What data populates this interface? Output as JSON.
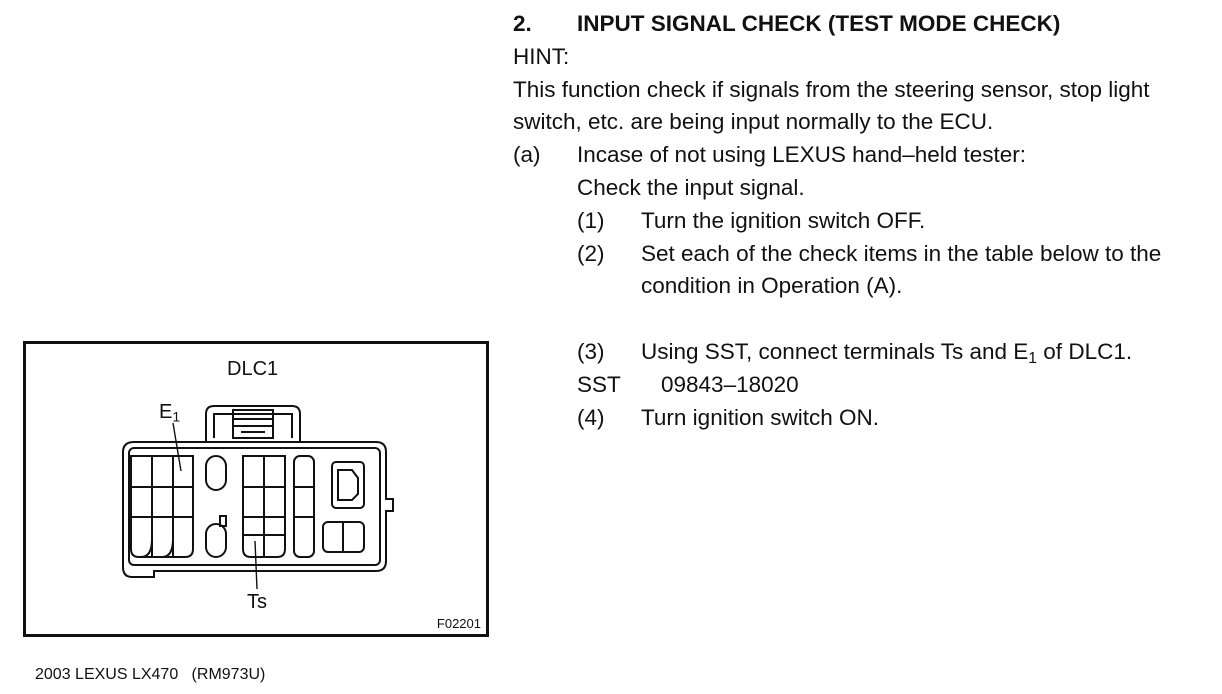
{
  "section": {
    "number": "2.",
    "title": "INPUT SIGNAL CHECK (TEST MODE CHECK)",
    "hint_label": "HINT:",
    "hint_line1": "This function check if signals from the steering sensor, stop light",
    "hint_line2": "switch, etc. are being input normally to the ECU.",
    "step_a": {
      "marker": "(a)",
      "line1": "Incase of not using LEXUS hand–held tester:",
      "line2": "Check the input signal."
    },
    "substeps": [
      {
        "marker": "(1)",
        "line1": "Turn the ignition switch OFF."
      },
      {
        "marker": "(2)",
        "line1": "Set each of the check items in the table below to the",
        "line2": "condition in Operation (A)."
      },
      {
        "marker": "(3)",
        "line1_pre": "Using SST, connect terminals Ts and E",
        "line1_sub": "1",
        "line1_post": " of DLC1."
      },
      {
        "marker": "(4)",
        "line1": "Turn ignition switch ON."
      }
    ],
    "sst": {
      "label": "SST",
      "value": "09843–18020"
    }
  },
  "figure": {
    "title": "DLC1",
    "label_e": "E",
    "label_e_sub": "1",
    "label_ts": "Ts",
    "code": "F02201"
  },
  "footer": {
    "text": "2003 LEXUS LX470   (RM973U)"
  }
}
